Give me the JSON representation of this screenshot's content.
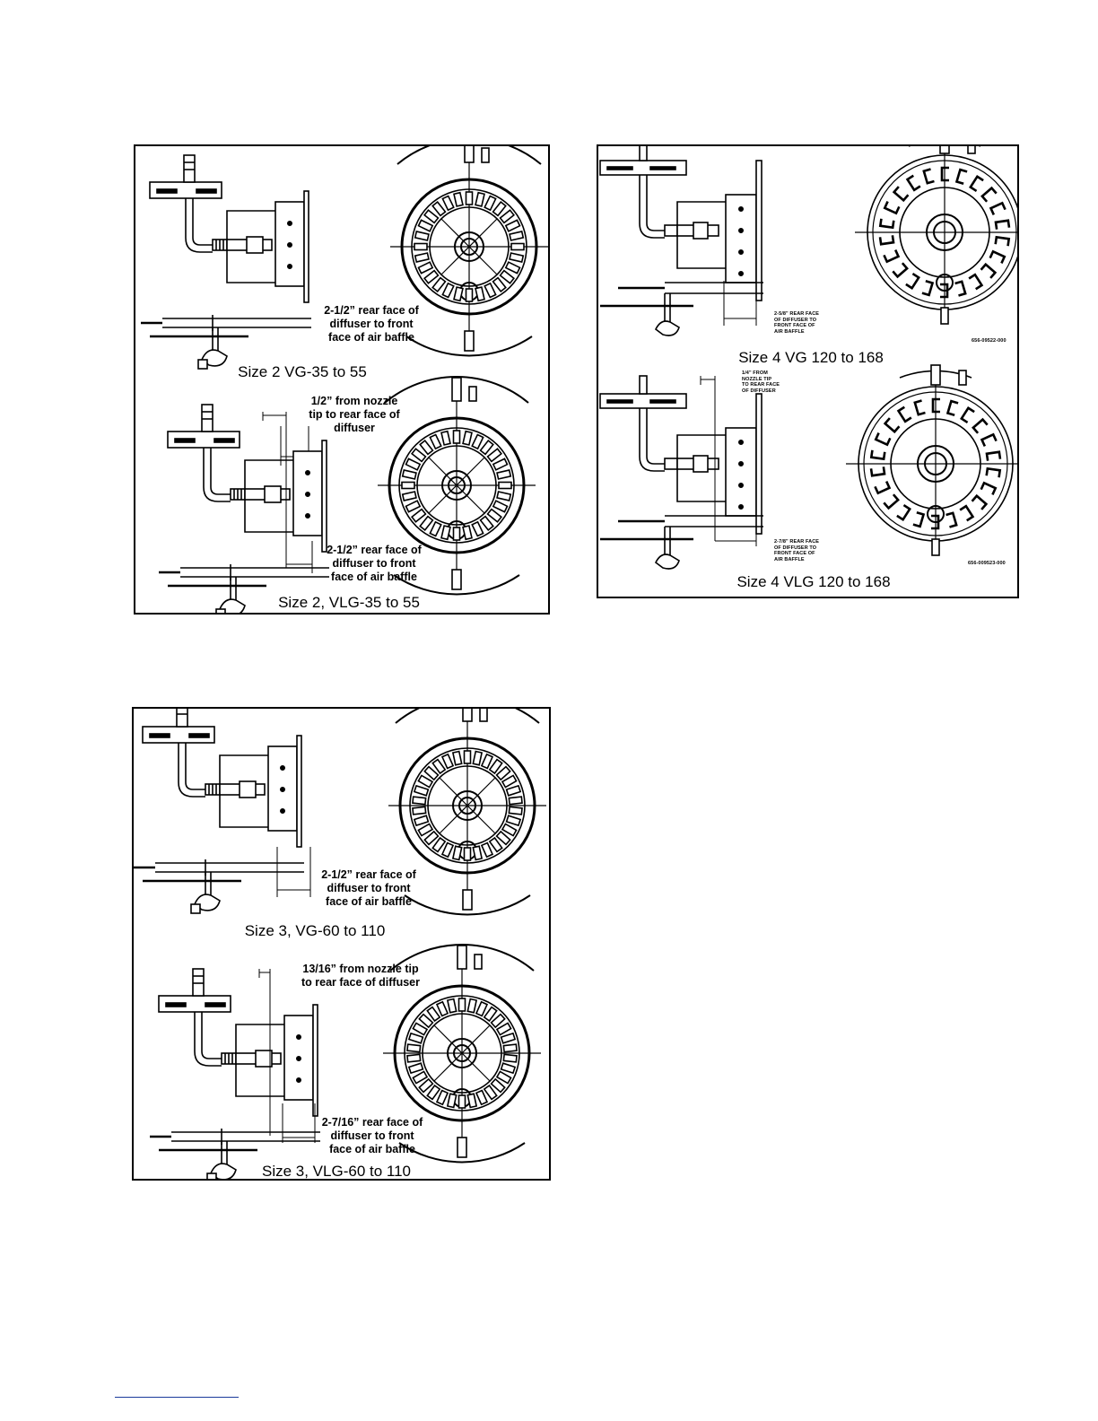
{
  "panels": [
    {
      "id": "size2",
      "top": {
        "caption": "Size 2 VG-35 to 55",
        "notes": [
          "2-1/2” rear face of",
          "diffuser to front",
          "face of air baffle"
        ]
      },
      "bottom": {
        "caption": "Size 2, VLG-35 to 55",
        "notes_top": [
          "1/2” from nozzle",
          "tip to rear face of",
          "diffuser"
        ],
        "notes": [
          "2-1/2” rear face of",
          "diffuser to front",
          "face of air baffle"
        ]
      }
    },
    {
      "id": "size4",
      "top": {
        "caption": "Size 4 VG 120 to 168",
        "small_notes": [
          "2-5/8\" REAR FACE",
          "OF DIFFUSER TO",
          "FRONT FACE OF",
          "AIR BAFFLE"
        ],
        "part_number": "656-09522-000"
      },
      "bottom": {
        "caption": "Size 4 VLG  120 to 168",
        "small_notes_top": [
          "1/4\" FROM",
          "NOZZLE TIP",
          "TO REAR FACE",
          "OF DIFFUSER"
        ],
        "small_notes": [
          "2-7/8\" REAR FACE",
          "OF DIFFUSER TO",
          "FRONT FACE OF",
          "AIR BAFFLE"
        ],
        "part_number": "656-009523-000"
      }
    },
    {
      "id": "size3",
      "top": {
        "caption": "Size 3, VG-60 to 110",
        "notes": [
          "2-1/2” rear face of",
          "diffuser to front",
          "face of air baffle"
        ]
      },
      "bottom": {
        "caption": "Size 3, VLG-60 to 110",
        "notes_top": [
          "13/16” from nozzle tip",
          "to rear face of diffuser"
        ],
        "notes": [
          "2-7/16” rear face of",
          "diffuser to front",
          "face of air baffle"
        ]
      }
    }
  ]
}
